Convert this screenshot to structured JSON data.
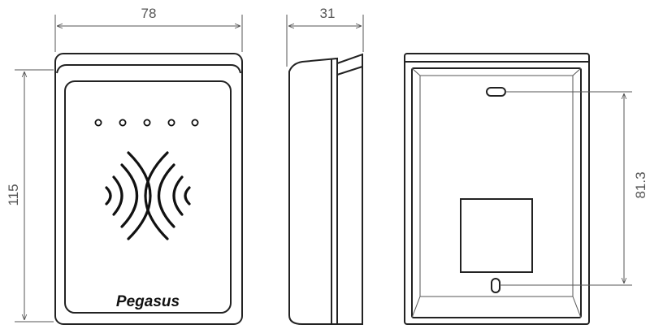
{
  "dimensions": {
    "width": "78",
    "depth": "31",
    "height": "115",
    "hole_spacing": "81.3"
  },
  "front_view": {
    "brand_label": "Pegasus",
    "led_count": 5
  }
}
